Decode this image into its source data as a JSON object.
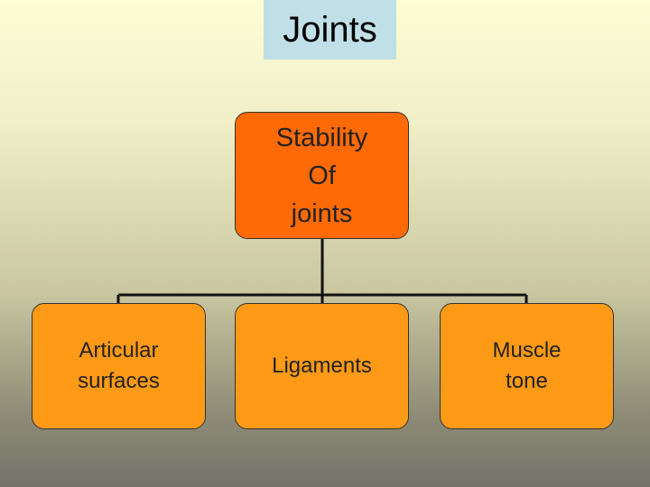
{
  "slide": {
    "title": "Joints"
  },
  "diagram": {
    "root": {
      "lines": [
        "Stability",
        "Of",
        "joints"
      ]
    },
    "children": [
      {
        "lines": [
          "Articular",
          "surfaces"
        ]
      },
      {
        "lines": [
          "Ligaments"
        ]
      },
      {
        "lines": [
          "Muscle",
          "tone"
        ]
      }
    ]
  },
  "colors": {
    "title_bg": "#c1dfe6",
    "root_fill": "#ff6a06",
    "child_fill": "#ff9a16",
    "connector": "#111111"
  }
}
